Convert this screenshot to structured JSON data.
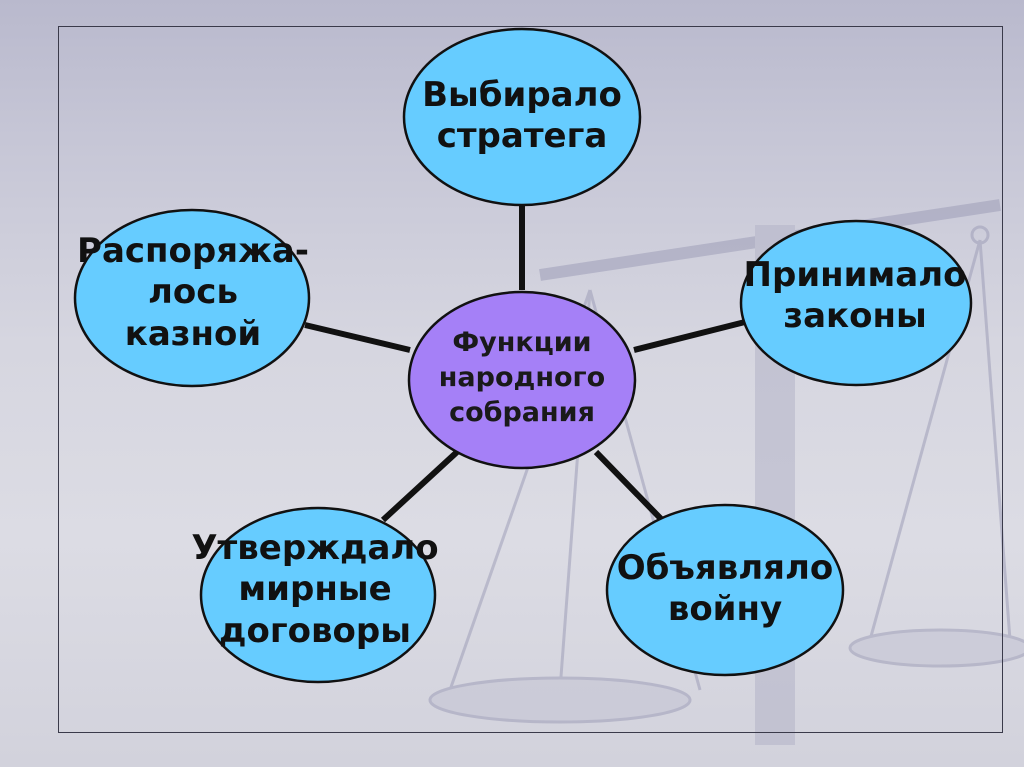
{
  "slide": {
    "center": {
      "label": "Функции\nнародного\nсобрания",
      "fill": "#a580f7"
    },
    "nodes": [
      {
        "id": "strategist",
        "label": "Выбирало\nстратега",
        "fill": "#66ccff"
      },
      {
        "id": "laws",
        "label": "Принимало\nзаконы",
        "fill": "#66ccff"
      },
      {
        "id": "war",
        "label": "Объявляло\nвойну",
        "fill": "#66ccff"
      },
      {
        "id": "treaties",
        "label": "Утверждало\nмирные\nдоговоры",
        "fill": "#66ccff"
      },
      {
        "id": "treasury",
        "label": "Распоряжа-\nлось\nказной",
        "fill": "#66ccff"
      }
    ],
    "connector_color": "#111111",
    "outline_color": "#111111",
    "background_motif": "scales-of-justice-watermark"
  }
}
